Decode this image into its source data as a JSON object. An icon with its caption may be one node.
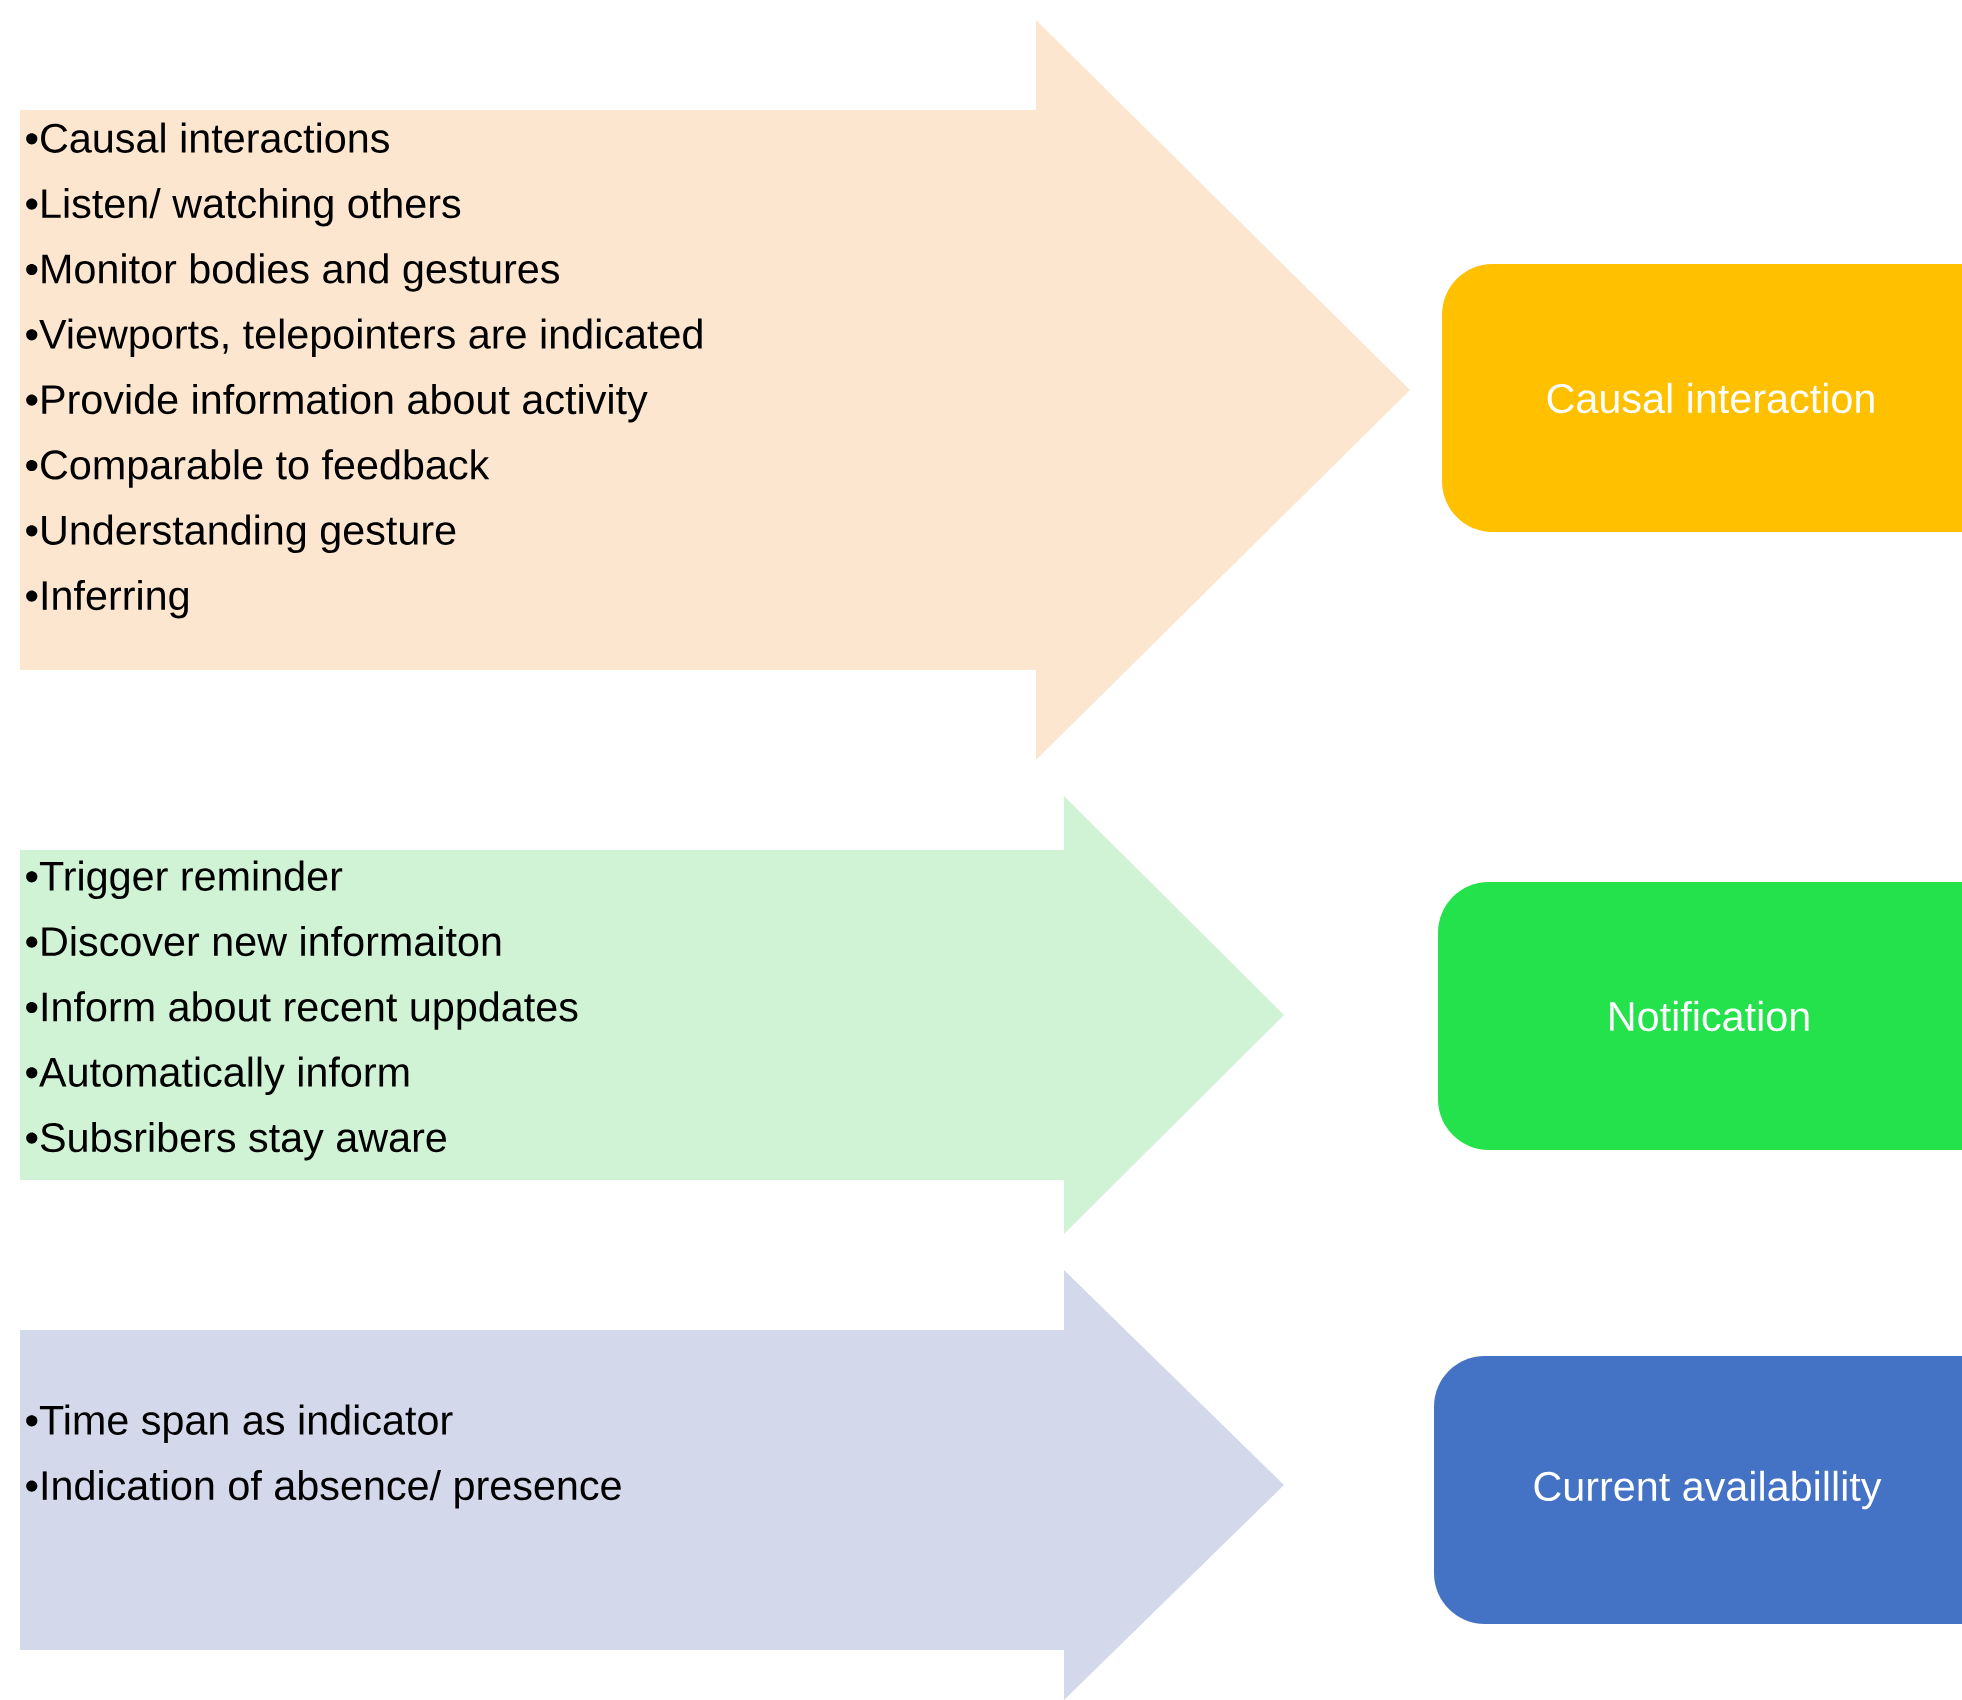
{
  "diagram": {
    "nodes": [
      {
        "text": [
          "•Causal interactions",
          "•Listen/ watching others",
          "•Monitor bodies and gestures",
          "•Viewports, telepointers are indicated",
          "•Provide information about activity",
          "•Comparable to feedback",
          "•Understanding gesture",
          "•Inferring"
        ]
      },
      {
        "text": [
          "Causal interaction"
        ]
      },
      {
        "text": [
          "•Trigger reminder",
          "•Discover new informaiton",
          "•Inform about recent uppdates",
          "•Automatically inform",
          "•Subsribers stay aware"
        ]
      },
      {
        "text": [
          "Notification"
        ]
      },
      {
        "text": [
          "•Time span as indicator",
          "•Indication of absence/ presence"
        ]
      },
      {
        "text": [
          "Current availabillity"
        ]
      }
    ]
  }
}
